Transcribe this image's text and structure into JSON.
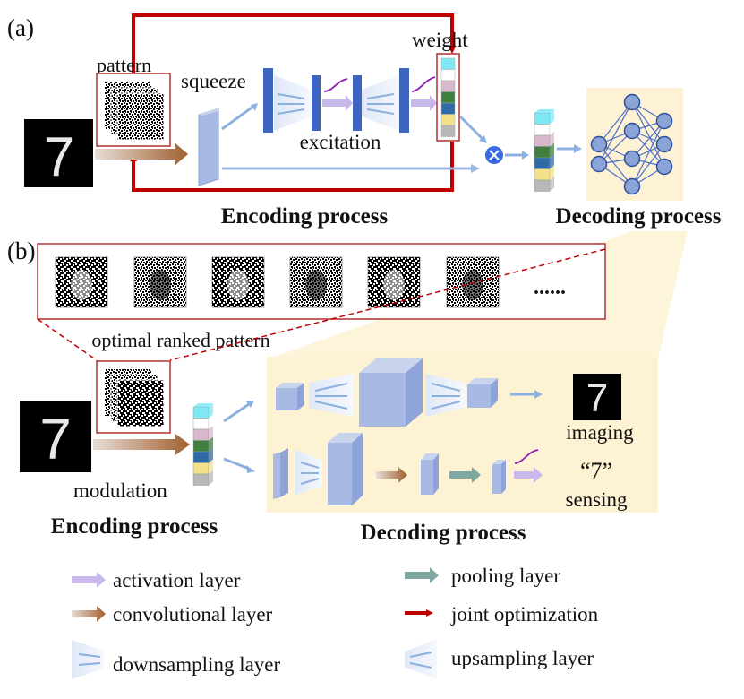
{
  "part_a": {
    "panel_label": "(a)",
    "pattern": "pattern",
    "squeeze": "squeeze",
    "excitation": "excitation",
    "weight": "weight",
    "encoding_title": "Encoding process",
    "decoding_title": "Decoding process"
  },
  "part_b": {
    "panel_label": "(b)",
    "ellipsis": "......",
    "ranked_pattern": "optimal ranked pattern",
    "modulation": "modulation",
    "imaging": "imaging",
    "sensing_digit": "“7”",
    "sensing": "sensing",
    "encoding_title": "Encoding process",
    "decoding_title": "Decoding process"
  },
  "digit_glyph": "7",
  "legend": {
    "activation": "activation layer",
    "convolutional": "convolutional layer",
    "downsampling": "downsampling layer",
    "pooling": "pooling layer",
    "joint": "joint optimization",
    "upsampling": "upsampling layer"
  },
  "colors": {
    "red": "#c00000",
    "excitation_blue": "#3d64c0",
    "feature_blue": "#a8b9e3",
    "arrow_blue": "#8cb0e0",
    "decoding_bg": "#fdf3d4",
    "weight_stack": [
      "#7fe8f5",
      "#ffffff",
      "#d7b8cc",
      "#3f7f3f",
      "#2f6aa8",
      "#f5e08a",
      "#b8b8b8"
    ]
  }
}
